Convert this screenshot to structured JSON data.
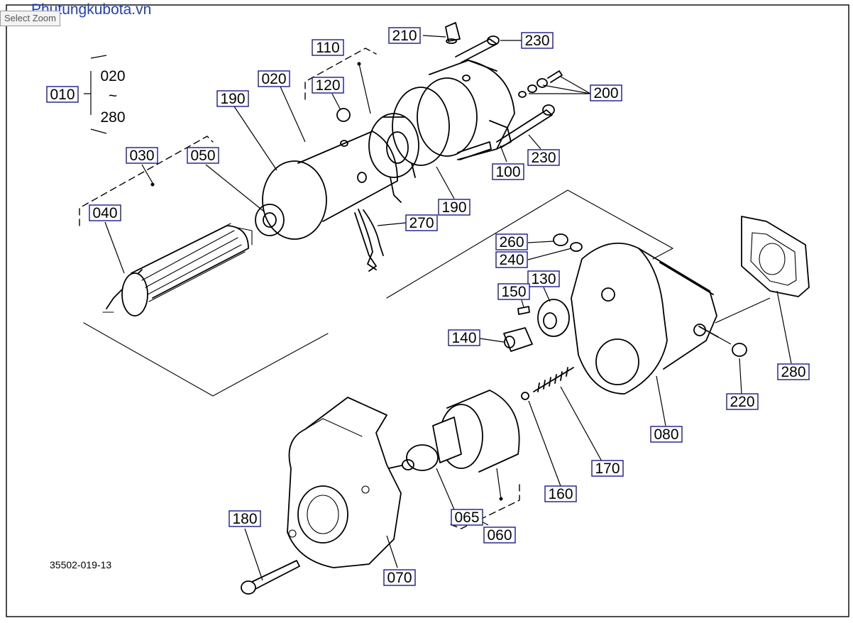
{
  "header": {
    "site_watermark": "Phutungkubota.vn",
    "select_zoom_label": "Select Zoom"
  },
  "diagram": {
    "drawing_code": "35502-019-13",
    "assembly_group": {
      "number": "010",
      "range_start": "020",
      "range_separator": "~",
      "range_end": "280"
    },
    "parts": [
      {
        "id": "p020",
        "number": "020"
      },
      {
        "id": "p030",
        "number": "030"
      },
      {
        "id": "p040",
        "number": "040"
      },
      {
        "id": "p050",
        "number": "050"
      },
      {
        "id": "p060",
        "number": "060"
      },
      {
        "id": "p065",
        "number": "065"
      },
      {
        "id": "p070",
        "number": "070"
      },
      {
        "id": "p080",
        "number": "080"
      },
      {
        "id": "p100",
        "number": "100"
      },
      {
        "id": "p110",
        "number": "110"
      },
      {
        "id": "p120",
        "number": "120"
      },
      {
        "id": "p130",
        "number": "130"
      },
      {
        "id": "p140",
        "number": "140"
      },
      {
        "id": "p150",
        "number": "150"
      },
      {
        "id": "p160",
        "number": "160"
      },
      {
        "id": "p170",
        "number": "170"
      },
      {
        "id": "p180",
        "number": "180"
      },
      {
        "id": "p190a",
        "number": "190"
      },
      {
        "id": "p190b",
        "number": "190"
      },
      {
        "id": "p200",
        "number": "200"
      },
      {
        "id": "p210",
        "number": "210"
      },
      {
        "id": "p220",
        "number": "220"
      },
      {
        "id": "p230a",
        "number": "230"
      },
      {
        "id": "p230b",
        "number": "230"
      },
      {
        "id": "p240",
        "number": "240"
      },
      {
        "id": "p260",
        "number": "260"
      },
      {
        "id": "p270",
        "number": "270"
      },
      {
        "id": "p280",
        "number": "280"
      }
    ]
  }
}
